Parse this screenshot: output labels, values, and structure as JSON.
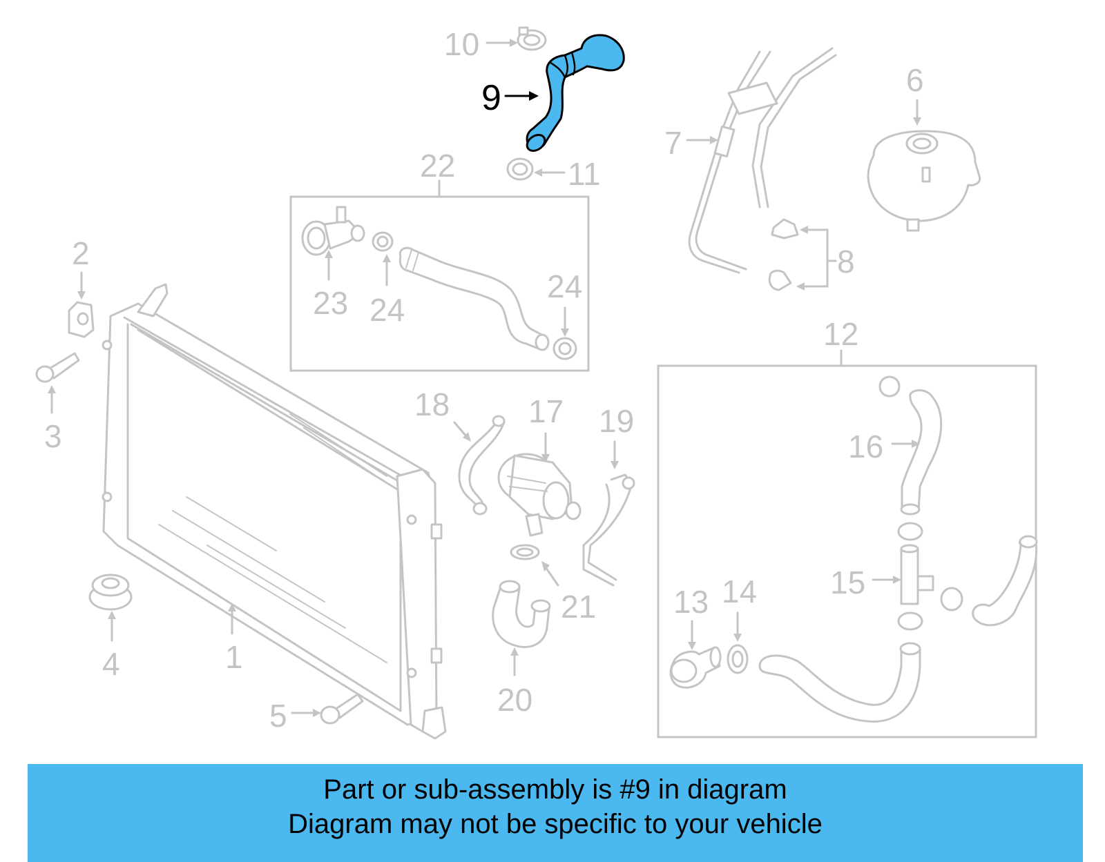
{
  "highlight_color": "#4bb8f0",
  "part_color": "#c4c4c4",
  "callouts": {
    "c1": "1",
    "c2": "2",
    "c3": "3",
    "c4": "4",
    "c5": "5",
    "c6": "6",
    "c7": "7",
    "c8": "8",
    "c9": "9",
    "c10": "10",
    "c11": "11",
    "c12": "12",
    "c13": "13",
    "c14": "14",
    "c15": "15",
    "c16": "16",
    "c17": "17",
    "c18": "18",
    "c19": "19",
    "c20": "20",
    "c21": "21",
    "c22": "22",
    "c23": "23",
    "c24a": "24",
    "c24b": "24"
  },
  "highlighted_part": "9",
  "banner": {
    "line1": "Part or sub-assembly is #9 in diagram",
    "line2": "Diagram may not be specific to your vehicle"
  }
}
